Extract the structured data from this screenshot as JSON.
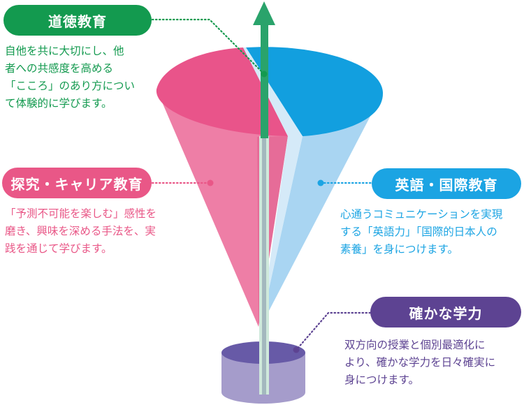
{
  "colors": {
    "moral": "#139a4f",
    "inquiry": "#e95787",
    "english": "#1ba4e3",
    "academic": "#5d4392",
    "cone_pink_top": "#e9548a",
    "cone_pink_body": "#ee7ea6",
    "cone_blue_top": "#129fdf",
    "cone_blue_body": "#a9d5f2",
    "cone_light": "#d5eaf8",
    "base_top": "#675aa7",
    "base_side": "#a59ccb",
    "arrow": "#2aa36b",
    "arrow_shaft": "#cfe9db"
  },
  "sections": {
    "moral": {
      "title": "道徳教育",
      "lines": [
        "自他を共に大切にし、他",
        "者への共感度を高める",
        "「こころ」のあり方につい",
        "て体験的に学びます。"
      ]
    },
    "inquiry": {
      "title": "探究・キャリア教育",
      "lines": [
        "「予測不可能を楽しむ」感性を",
        "磨き、興味を深める手法を、実",
        "践を通じて学びます。"
      ]
    },
    "english": {
      "title": "英語・国際教育",
      "lines": [
        "心通うコミュニケーションを実現",
        "する「英語力」「国際的日本人の",
        "素養」を身につけます。"
      ]
    },
    "academic": {
      "title": "確かな学力",
      "lines": [
        "双方向の授業と個別最適化に",
        "より、確かな学力を日々確実に",
        "身につけます。"
      ]
    }
  }
}
